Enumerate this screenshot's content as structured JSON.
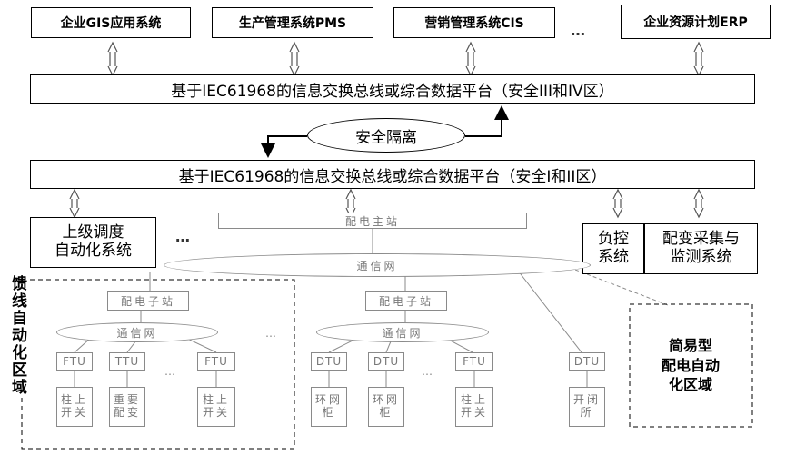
{
  "top_systems": [
    "企业GIS应用系统",
    "生产管理系统PMS",
    "营销管理系统CIS",
    "…",
    "企业资源计划ERP"
  ],
  "bus_upper": "基于IEC61968的信息交换总线或综合数据平台（安全III和IV区）",
  "isolation": "安全隔离",
  "bus_lower": "基于IEC61968的信息交换总线或综合数据平台（安全I和II区）",
  "left_system": {
    "line1": "上级调度",
    "line2": "自动化系统"
  },
  "left_dots": "…",
  "load_control": {
    "line1": "负控",
    "line2": "系统"
  },
  "dist_monitor": {
    "line1": "配变采集与",
    "line2": "监测系统"
  },
  "master_station": "配电主站",
  "comm_main": "通信网",
  "feeder_zone": "馈线自动化区域",
  "simple_zone": {
    "line1": "简易型",
    "line2": "配电自动",
    "line3": "化区域"
  },
  "sub1": {
    "title": "配电子站",
    "comm": "通信网",
    "dots": "…",
    "terminals": [
      "FTU",
      "TTU",
      "…",
      "FTU"
    ],
    "devices": [
      {
        "line1": "柱上",
        "line2": "开关"
      },
      {
        "line1": "重要",
        "line2": "配变"
      },
      {
        "line1": "柱上",
        "line2": "开关"
      }
    ]
  },
  "sub2": {
    "title": "配电子站",
    "comm": "通信网",
    "terminals": [
      "DTU",
      "DTU",
      "…",
      "FTU"
    ],
    "devices": [
      {
        "line1": "环网",
        "line2": "柜"
      },
      {
        "line1": "环网",
        "line2": "柜"
      },
      {
        "line1": "柱上",
        "line2": "开关"
      }
    ]
  },
  "sub3": {
    "terminal": "DTU",
    "device": {
      "line1": "开闭",
      "line2": "所"
    }
  }
}
